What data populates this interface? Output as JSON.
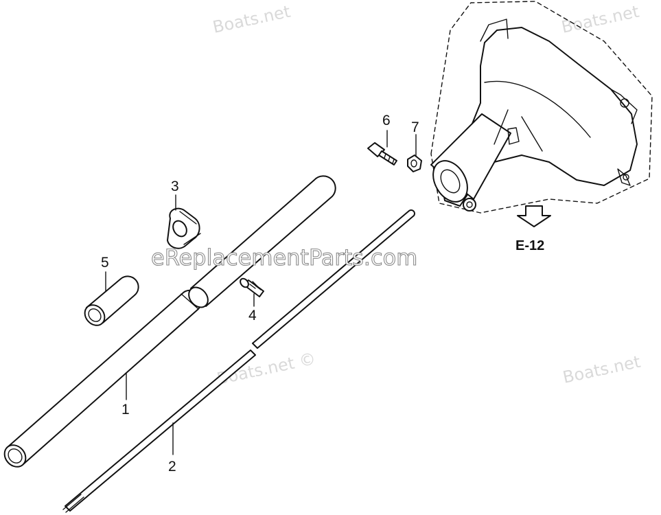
{
  "watermarks": {
    "top_left": "Boats.net",
    "top_right": "Boats.net",
    "center": "eReplacementParts.com",
    "middle": "Boats.net ©",
    "right": "Boats.net"
  },
  "callouts": [
    "1",
    "2",
    "3",
    "4",
    "5",
    "6",
    "7"
  ],
  "reference": "E-12",
  "colors": {
    "line": "#111111",
    "watermark": "#d9d9d9",
    "background": "#ffffff"
  }
}
